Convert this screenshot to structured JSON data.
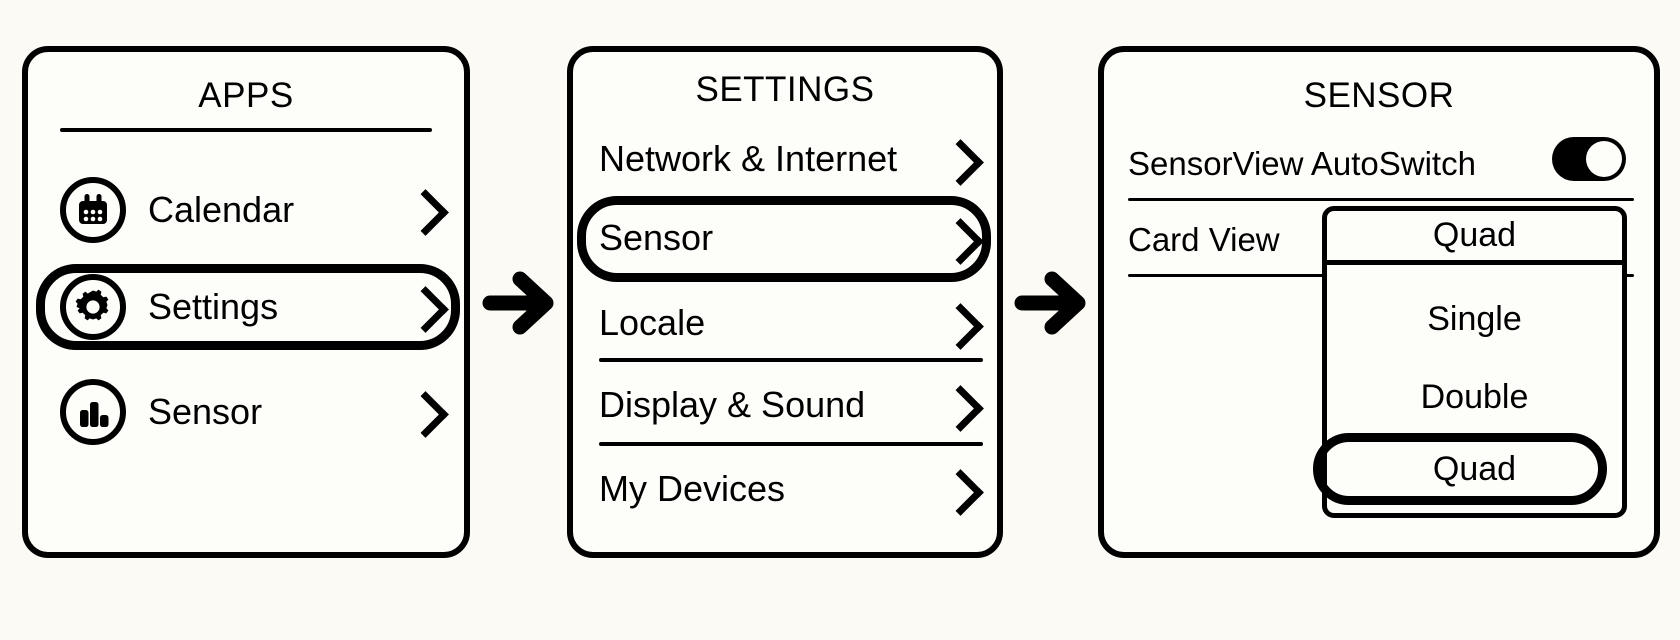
{
  "theme": {
    "background": "#fbfaf5",
    "panel_background": "#fdfdfa",
    "stroke": "#000000",
    "accent": "#000000"
  },
  "flow": {
    "step_arrows": [
      "arrow-right-icon",
      "arrow-right-icon"
    ]
  },
  "panels": [
    {
      "id": "apps",
      "title": "APPS",
      "items": [
        {
          "label": "Calendar",
          "icon": "calendar-icon",
          "chevron": "chevron-right-icon",
          "selected": false
        },
        {
          "label": "Settings",
          "icon": "gear-icon",
          "chevron": "chevron-right-icon",
          "selected": true
        },
        {
          "label": "Sensor",
          "icon": "bar-chart-icon",
          "chevron": "chevron-right-icon",
          "selected": false
        }
      ]
    },
    {
      "id": "settings",
      "title": "SETTINGS",
      "items": [
        {
          "label": "Network & Internet",
          "chevron": "chevron-right-icon",
          "selected": false,
          "divider_below": false
        },
        {
          "label": "Sensor",
          "chevron": "chevron-right-icon",
          "selected": true,
          "divider_below": false
        },
        {
          "label": "Locale",
          "chevron": "chevron-right-icon",
          "selected": false,
          "divider_below": true
        },
        {
          "label": "Display & Sound",
          "chevron": "chevron-right-icon",
          "selected": false,
          "divider_below": true
        },
        {
          "label": "My Devices",
          "chevron": "chevron-right-icon",
          "selected": false,
          "divider_below": false
        }
      ]
    },
    {
      "id": "sensor",
      "title": "SENSOR",
      "rows": [
        {
          "label": "SensorView AutoSwitch",
          "control": "toggle-switch",
          "value": "on"
        },
        {
          "label": "Card View",
          "control": "dropdown",
          "value": "Quad"
        }
      ],
      "dropdown": {
        "current": "Quad",
        "options": [
          "Single",
          "Double",
          "Quad"
        ],
        "selected": "Quad"
      }
    }
  ]
}
